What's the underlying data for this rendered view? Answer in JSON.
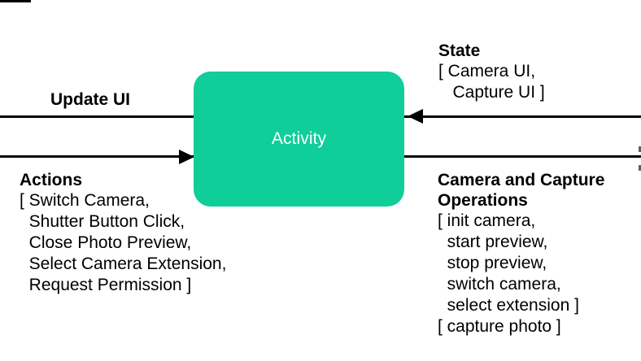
{
  "diagram": {
    "type": "flow-diagram",
    "colors": {
      "node_fill": "#0FCE9A",
      "node_text": "#FFFFFF",
      "line": "#000000",
      "background": "#FFFFFF"
    },
    "node": {
      "label": "Activity"
    },
    "edges": {
      "update_ui": {
        "label": "Update UI",
        "direction": "out-left"
      },
      "actions": {
        "label": "Actions",
        "direction": "in-from-left"
      },
      "state": {
        "label": "State",
        "direction": "in-from-right"
      },
      "operations": {
        "label_line_1": "Camera and Capture",
        "label_line_2": "Operations",
        "direction": "out-right"
      }
    },
    "actions_list": [
      "[ Switch Camera,",
      "  Shutter Button Click,",
      "  Close Photo Preview,",
      "  Select Camera Extension,",
      "  Request Permission ]"
    ],
    "state_list": [
      "[ Camera UI,",
      "   Capture UI ]"
    ],
    "operations_list": [
      "[ init camera,",
      "  start preview,",
      "  stop preview,",
      "  switch camera,",
      "  select extension ]",
      "[ capture photo ]"
    ]
  }
}
